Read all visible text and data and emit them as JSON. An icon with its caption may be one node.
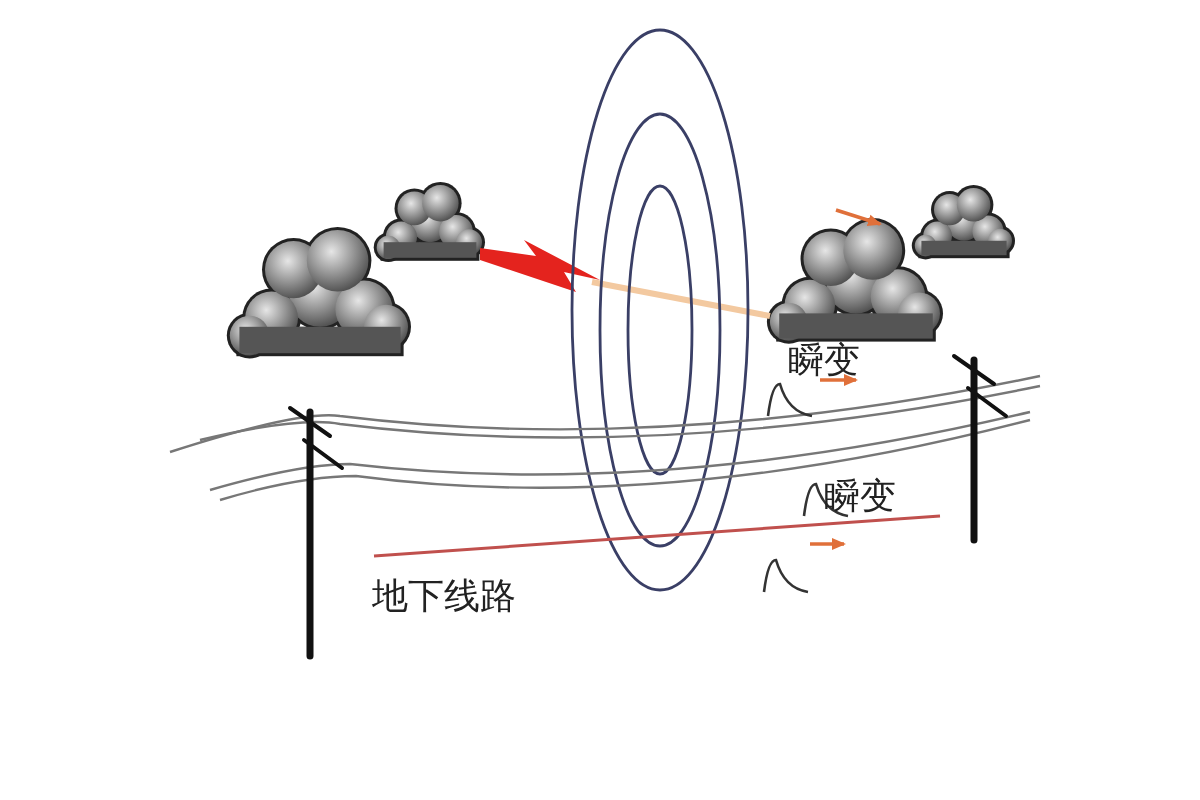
{
  "diagram": {
    "labels": [
      "瞬变",
      "瞬变",
      "地下线路"
    ]
  }
}
